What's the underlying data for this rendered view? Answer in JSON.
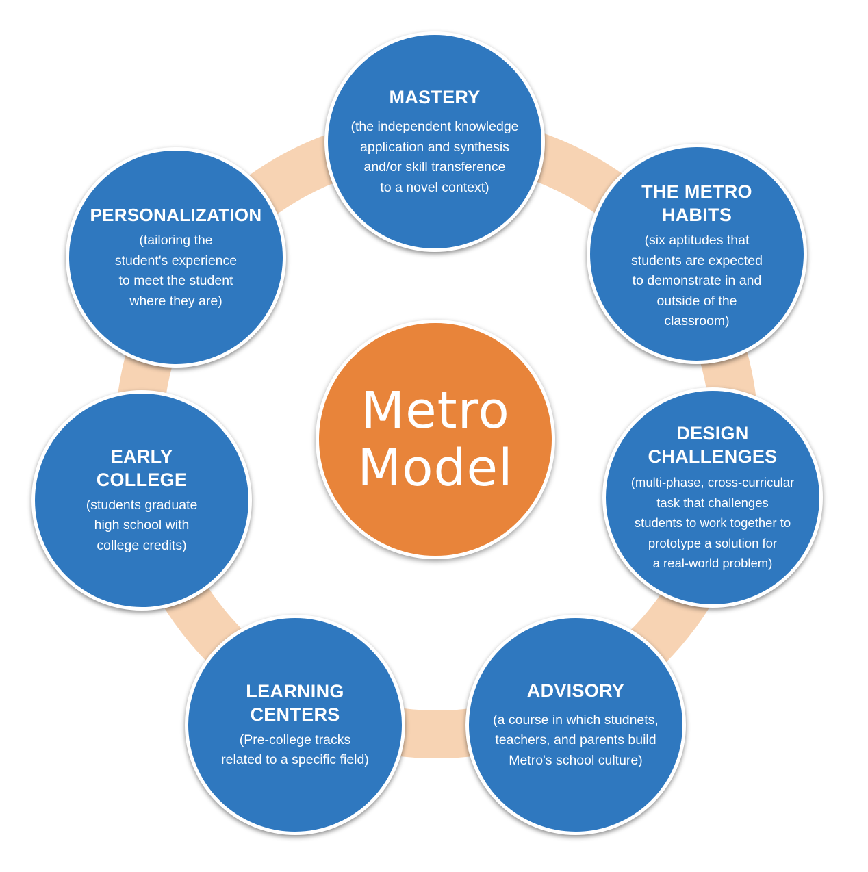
{
  "center": {
    "title": "Metro\nModel"
  },
  "nodes": [
    {
      "title": "MASTERY",
      "desc": "(the independent knowledge\napplication and synthesis\nand/or skill transference\nto a novel context)"
    },
    {
      "title": "THE METRO\nHABITS",
      "desc": "(six aptitudes that\nstudents are expected\nto demonstrate in and\noutside of the\nclassroom)"
    },
    {
      "title": "DESIGN\nCHALLENGES",
      "desc": "(multi-phase, cross-curricular\ntask that challenges\nstudents to work together to\nprototype a solution for\na real-world problem)"
    },
    {
      "title": "ADVISORY",
      "desc": "(a course in which studnets,\nteachers, and parents build\nMetro's school culture)"
    },
    {
      "title": "LEARNING\nCENTERS",
      "desc": "(Pre-college tracks\nrelated to a specific field)"
    },
    {
      "title": "EARLY\nCOLLEGE",
      "desc": "(students graduate\nhigh school with\ncollege credits)"
    },
    {
      "title": "PERSONALIZATION",
      "desc": "(tailoring the\nstudent's experience\nto meet the student\nwhere they are)"
    }
  ],
  "colors": {
    "node_fill": "#2f78bf",
    "center_fill": "#e8843a",
    "ring": "#f7d3b3",
    "text": "#ffffff"
  }
}
